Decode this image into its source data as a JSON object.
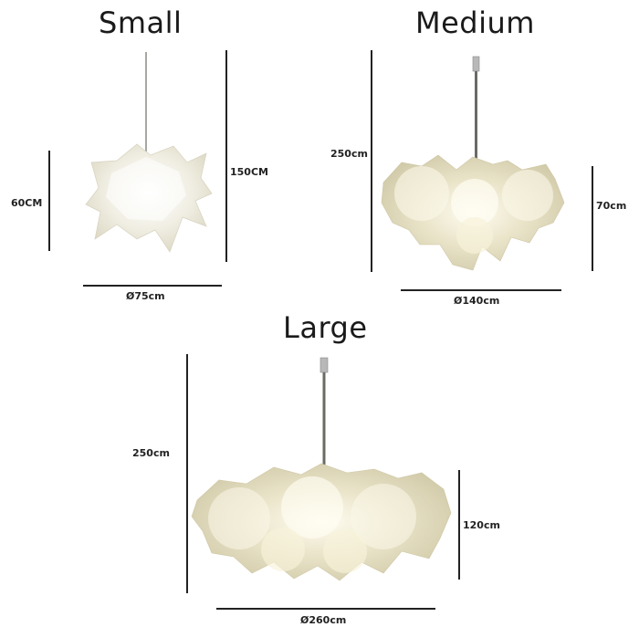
{
  "products": [
    {
      "name": "Small",
      "height_overall": "150CM",
      "height_shade": "60CM",
      "diameter": "Ø75cm"
    },
    {
      "name": "Medium",
      "height_overall": "250cm",
      "height_shade": "70cm",
      "diameter": "Ø140cm"
    },
    {
      "name": "Large",
      "height_overall": "250cm",
      "height_shade": "120cm",
      "diameter": "Ø260cm"
    }
  ],
  "colors": {
    "dimension_line": "#222222",
    "cord": "#6b6b63",
    "shade_light": "#f3f1e6",
    "shade_warm": "#ded6b4"
  },
  "icons": [
    "pendant-lamp-small-illustration",
    "pendant-lamp-medium-illustration",
    "pendant-lamp-large-illustration"
  ]
}
